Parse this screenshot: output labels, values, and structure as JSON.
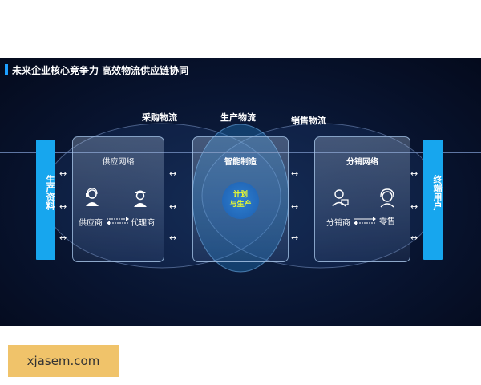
{
  "title": "未来企业核心竞争力 高效物流供应链协同",
  "flows": {
    "procurement": "采购物流",
    "production": "生产物流",
    "sales": "销售物流"
  },
  "left_bar": "生产资料",
  "right_bar": "终端用户",
  "boxes": {
    "supply": {
      "title": "供应网络",
      "node_a": "供应商",
      "node_b": "代理商"
    },
    "manufacturing": {
      "title": "智能制造",
      "center": [
        "计划",
        "与生产"
      ]
    },
    "distribution": {
      "title": "分销网络",
      "node_a": "分销商",
      "node_b": "零售"
    }
  },
  "watermark": "xjasem.com",
  "colors": {
    "background": "#081430",
    "accent": "#17a6ee",
    "center_text": "#f2ff2a"
  },
  "icons": [
    "person-headset-icon",
    "person-cap-icon",
    "person-card-icon",
    "person-headphones-icon"
  ]
}
